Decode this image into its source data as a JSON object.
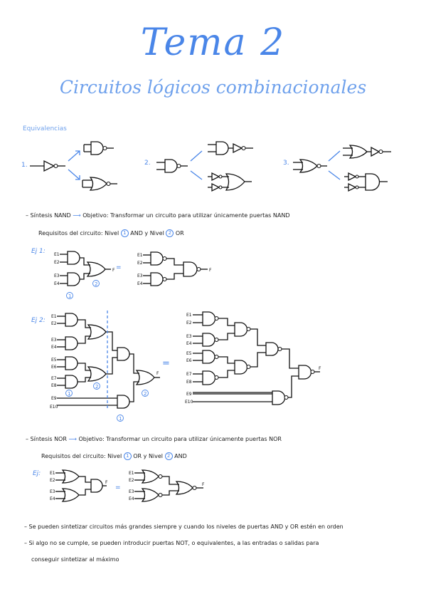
{
  "header": {
    "title": "Tema 2",
    "subtitle": "Circuitos lógicos combinacionales"
  },
  "equivalencias": {
    "heading": "Equivalencias",
    "items": [
      "1.",
      "2.",
      "3."
    ]
  },
  "nand": {
    "intro_prefix": "– Síntesis NAND ",
    "intro_arrow": "⟶",
    "intro_rest": " Objetivo: Transformar un circuito para utilizar únicamente puertas NAND",
    "req_prefix": "Requisitos del circuito: Nivel ",
    "req_level1": "1",
    "req_mid": " AND y Nivel ",
    "req_level2": "2",
    "req_end": " OR",
    "ej1_label": "Ej 1:",
    "ej2_label": "Ej 2:",
    "equals": "="
  },
  "nor": {
    "intro_prefix": "– Síntesis NOR ",
    "intro_arrow": "⟶",
    "intro_rest": " Objetivo: Transformar un circuito para utilizar únicamente puertas NOR",
    "req_prefix": "Requisitos del circuito: Nivel ",
    "req_level1": "1",
    "req_mid": " OR y Nivel ",
    "req_level2": "2",
    "req_end": " AND",
    "ej_label": "Ej:",
    "equals": "="
  },
  "notes": [
    "– Se pueden sintetizar circuitos más grandes siempre y cuando los niveles de puertas AND y OR estén en orden",
    "– Si algo no se cumple, se pueden introducir puertas NOT, o equivalentes, a las entradas o salidas para",
    "conseguir sintetizar al máximo"
  ],
  "signals": {
    "e1": "E1",
    "e2": "E2",
    "e3": "E3",
    "e4": "E4",
    "e5": "E5",
    "e6": "E6",
    "e7": "E7",
    "e8": "E8",
    "e9": "E9",
    "e10": "E10",
    "f": "F",
    "lvl1": "1",
    "lvl2": "2"
  },
  "colors": {
    "accent": "#4a86e8",
    "ink": "#111111"
  }
}
